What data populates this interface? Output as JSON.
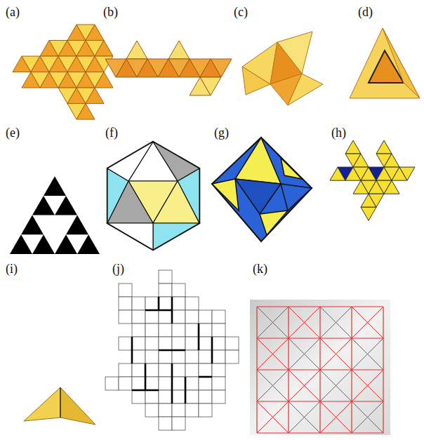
{
  "diagram": {
    "labels": [
      "(a)",
      "(b)",
      "(c)",
      "(d)",
      "(e)",
      "(f)",
      "(g)",
      "(h)",
      "(i)",
      "(j)",
      "(k)"
    ]
  }
}
